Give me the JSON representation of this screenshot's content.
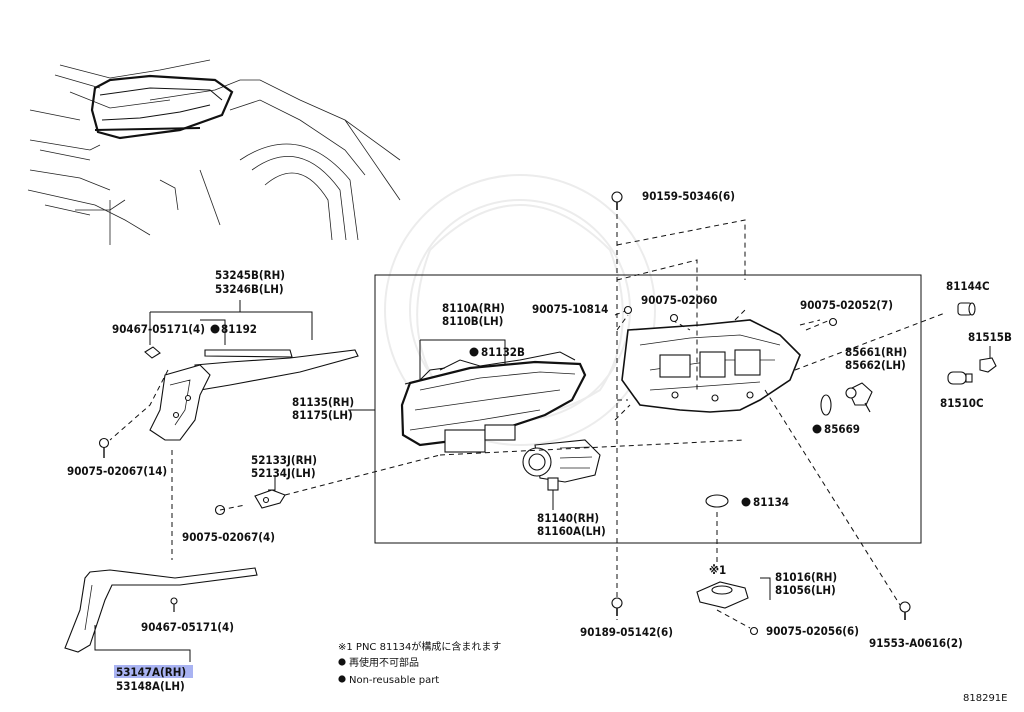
{
  "labels": {
    "p53245b": "53245B(RH)",
    "p53246b": "53246B(LH)",
    "p90467a": "90467-05171(4)",
    "p81192": "81192",
    "p90075a": "90075-02067(14)",
    "p52133j": "52133J(RH)",
    "p52134j": "52134J(LH)",
    "p90075b": "90075-02067(4)",
    "p90467b": "90467-05171(4)",
    "p53147a": "53147A(RH)",
    "p53148a": "53148A(LH)",
    "p8110a": "8110A(RH)",
    "p8110b": "8110B(LH)",
    "p81132b": "81132B",
    "p81135": "81135(RH)",
    "p81175": "81175(LH)",
    "p81140": "81140(RH)",
    "p81160a": "81160A(LH)",
    "p90159": "90159-50346(6)",
    "p90075c": "90075-10814",
    "p90075d": "90075-02060",
    "p90075e": "90075-02052(7)",
    "p81144c": "81144C",
    "p81515b": "81515B",
    "p81510c": "81510C",
    "p85661": "85661(RH)",
    "p85662": "85662(LH)",
    "p85669": "85669",
    "p81134": "81134",
    "p81016": "81016(RH)",
    "p81056": "81056(LH)",
    "p90189": "90189-05142(6)",
    "p90075f": "90075-02056(6)",
    "p91553": "91553-A0616(2)",
    "note_mark": "※1"
  },
  "legend": {
    "note1": "※1 PNC 81134が構成に含まれます",
    "nonreusable_jp": "再使用不可部品",
    "nonreusable_en": "Non-reusable part"
  },
  "diagram_id": "818291E",
  "colors": {
    "line": "#111111",
    "highlight": "#a9b3f2",
    "bullet": "#111111"
  }
}
